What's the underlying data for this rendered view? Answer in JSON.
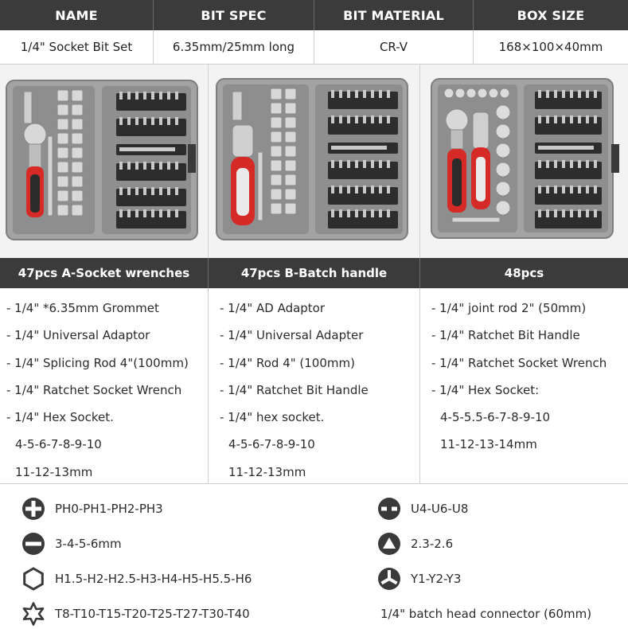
{
  "header": {
    "name": "NAME",
    "bit_spec": "BIT SPEC",
    "bit_material": "BIT MATERIAL",
    "box_size": "BOX SIZE"
  },
  "spec": {
    "name": "1/4\" Socket Bit Set",
    "bit_spec": "6.35mm/25mm long",
    "bit_material": "CR-V",
    "box_size": "168×100×40mm"
  },
  "colors": {
    "header_bg": "#3b3b3b",
    "case_gray": "#9a9a9a",
    "handle_red": "#d62a26",
    "icon_dark": "#3a3a3a"
  },
  "variants": [
    {
      "title": "47pcs A-Socket wrenches",
      "items": [
        "- 1/4\" *6.35mm Grommet",
        "- 1/4\" Universal Adaptor",
        "- 1/4\" Splicing Rod 4\"(100mm)",
        "- 1/4\" Ratchet Socket Wrench",
        "- 1/4\" Hex Socket.",
        "4-5-6-7-8-9-10",
        "11-12-13mm"
      ]
    },
    {
      "title": "47pcs B-Batch handle",
      "items": [
        "- 1/4\" AD Adaptor",
        "- 1/4\" Universal Adapter",
        "- 1/4\" Rod 4\" (100mm)",
        "- 1/4\" Ratchet Bit Handle",
        "- 1/4\" hex socket.",
        "4-5-6-7-8-9-10",
        "11-12-13mm"
      ]
    },
    {
      "title": "48pcs",
      "items": [
        "- 1/4\" joint rod 2\" (50mm)",
        "- 1/4\" Ratchet Bit Handle",
        "- 1/4\" Ratchet Socket Wrench",
        "- 1/4\" Hex Socket:",
        "4-5-5.5-6-7-8-9-10",
        "11-12-13-14mm"
      ]
    }
  ],
  "bits": {
    "phillips": {
      "icon": "phillips-icon",
      "text": "PH0-PH1-PH2-PH3"
    },
    "slotted": {
      "icon": "slotted-icon",
      "text": "3-4-5-6mm"
    },
    "hex": {
      "icon": "hex-icon",
      "text": "H1.5-H2-H2.5-H3-H4-H5-H5.5-H6"
    },
    "torx": {
      "icon": "torx-icon",
      "text": "T8-T10-T15-T20-T25-T27-T30-T40"
    },
    "u": {
      "icon": "u-shape-icon",
      "text": "U4-U6-U8"
    },
    "triangle": {
      "icon": "triangle-icon",
      "text": "2.3-2.6"
    },
    "y": {
      "icon": "y-shape-icon",
      "text": "Y1-Y2-Y3"
    },
    "connector": {
      "text": "1/4\" batch head connector (60mm)"
    }
  }
}
